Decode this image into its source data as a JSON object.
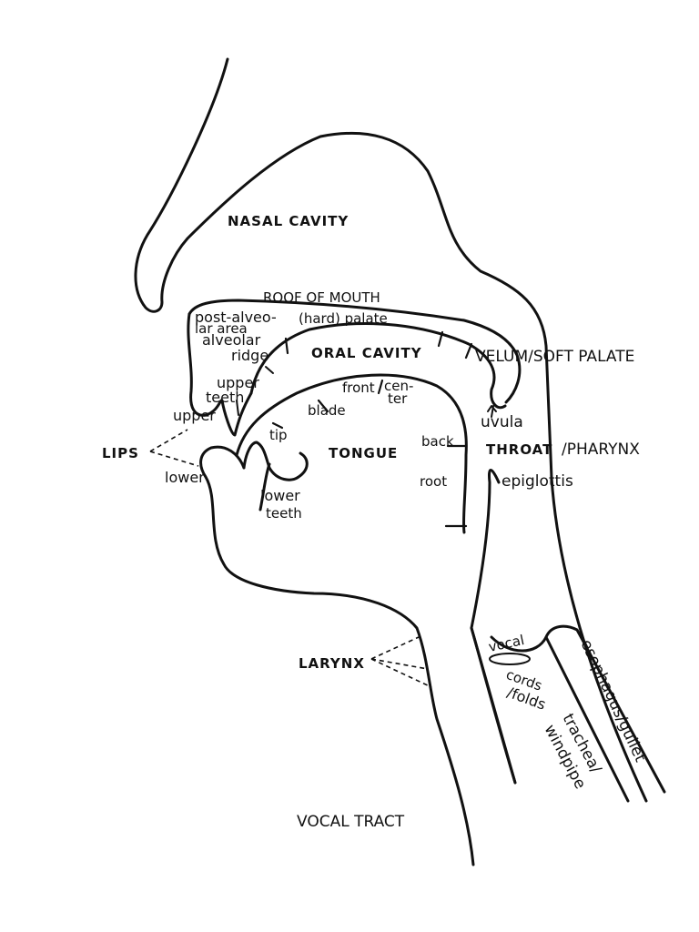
{
  "labels": {
    "nasal_cavity": "NASAL CAVITY",
    "roof_of_mouth": "ROOF OF MOUTH",
    "post_alveo": "post-alveo-",
    "lar_area": "lar area",
    "hard_palate": "(hard) palate",
    "alveolar": "alveolar",
    "ridge": "ridge",
    "oral_cavity": "ORAL CAVITY",
    "velum": "VELUM/SOFT PALATE",
    "upper_teeth_1": "upper",
    "upper_teeth_2": "teeth",
    "upper_lip": "upper",
    "front": "front",
    "center_1": "cen-",
    "center_2": "ter",
    "blade": "blade",
    "uvula": "uvula",
    "tip": "tip",
    "back": "back",
    "lips": "LIPS",
    "tongue": "TONGUE",
    "throat": "THROAT",
    "pharynx": "/PHARYNX",
    "lower_lip": "lower",
    "root": "root",
    "epiglottis": "epiglottis",
    "lower_teeth_1": "lower",
    "lower_teeth_2": "teeth",
    "larynx": "LARYNX",
    "vocal": "vocal",
    "cords": "cords",
    "folds": "/folds",
    "esophagus": "esophagus/gullet",
    "trachea": "trachea/",
    "windpipe": "windpipe",
    "vocal_tract": "VOCAL TRACT"
  }
}
